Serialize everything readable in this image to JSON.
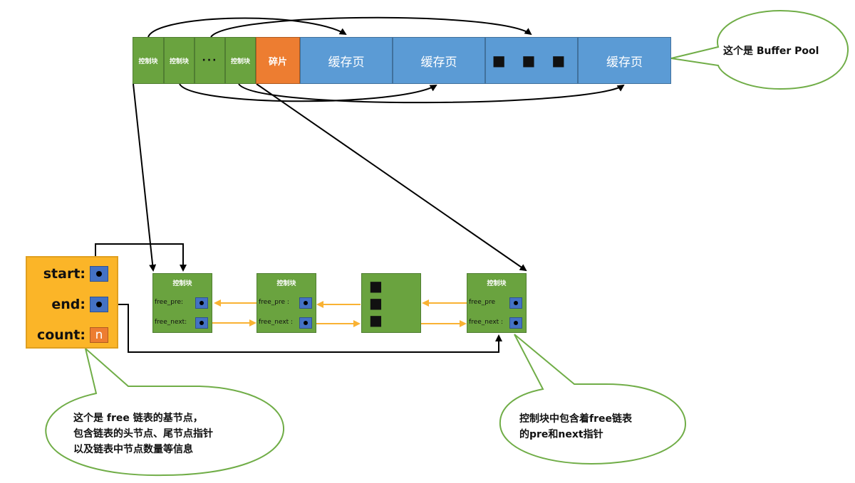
{
  "buffer_pool": {
    "control_block_label": "控制块",
    "ellipsis_small": "···",
    "fragment_label": "碎片",
    "cache_page_label": "缓存页",
    "ellipsis_large": "■ ■ ■",
    "cells": [
      {
        "kind": "control",
        "label": "控制块"
      },
      {
        "kind": "control",
        "label": "控制块"
      },
      {
        "kind": "control-dots",
        "label": "···"
      },
      {
        "kind": "control",
        "label": "控制块"
      },
      {
        "kind": "fragment",
        "label": "碎片"
      },
      {
        "kind": "page",
        "label": "缓存页"
      },
      {
        "kind": "page",
        "label": "缓存页"
      },
      {
        "kind": "page-dots",
        "label": "■ ■ ■"
      },
      {
        "kind": "page",
        "label": "缓存页"
      }
    ]
  },
  "base_node": {
    "start_label": "start:",
    "end_label": "end:",
    "count_label": "count:",
    "count_value": "n"
  },
  "free_list": {
    "nodes": [
      {
        "title": "控制块",
        "pre_label": "free_pre:",
        "next_label": "free_next:"
      },
      {
        "title": "控制块",
        "pre_label": "free_pre :",
        "next_label": "free_next :"
      },
      {
        "ellipsis": "■ ■ ■"
      },
      {
        "title": "控制块",
        "pre_label": "free_pre",
        "next_label": "free_next :"
      }
    ]
  },
  "callouts": {
    "buffer_pool": "这个是 Buffer Pool",
    "base_node": [
      "这个是 free 链表的基节点，",
      "包含链表的头节点、尾节点指针",
      "以及链表中节点数量等信息"
    ],
    "control_block": [
      "控制块中包含着free链表",
      "的pre和next指针"
    ]
  },
  "colors": {
    "control_green": "#6aa33f",
    "fragment_orange": "#ed7d31",
    "page_blue": "#5b9bd5",
    "base_yellow": "#fbb528",
    "pointer_blue": "#4472c4",
    "link_orange": "#f9b233",
    "callout_border": "#70ad47"
  }
}
